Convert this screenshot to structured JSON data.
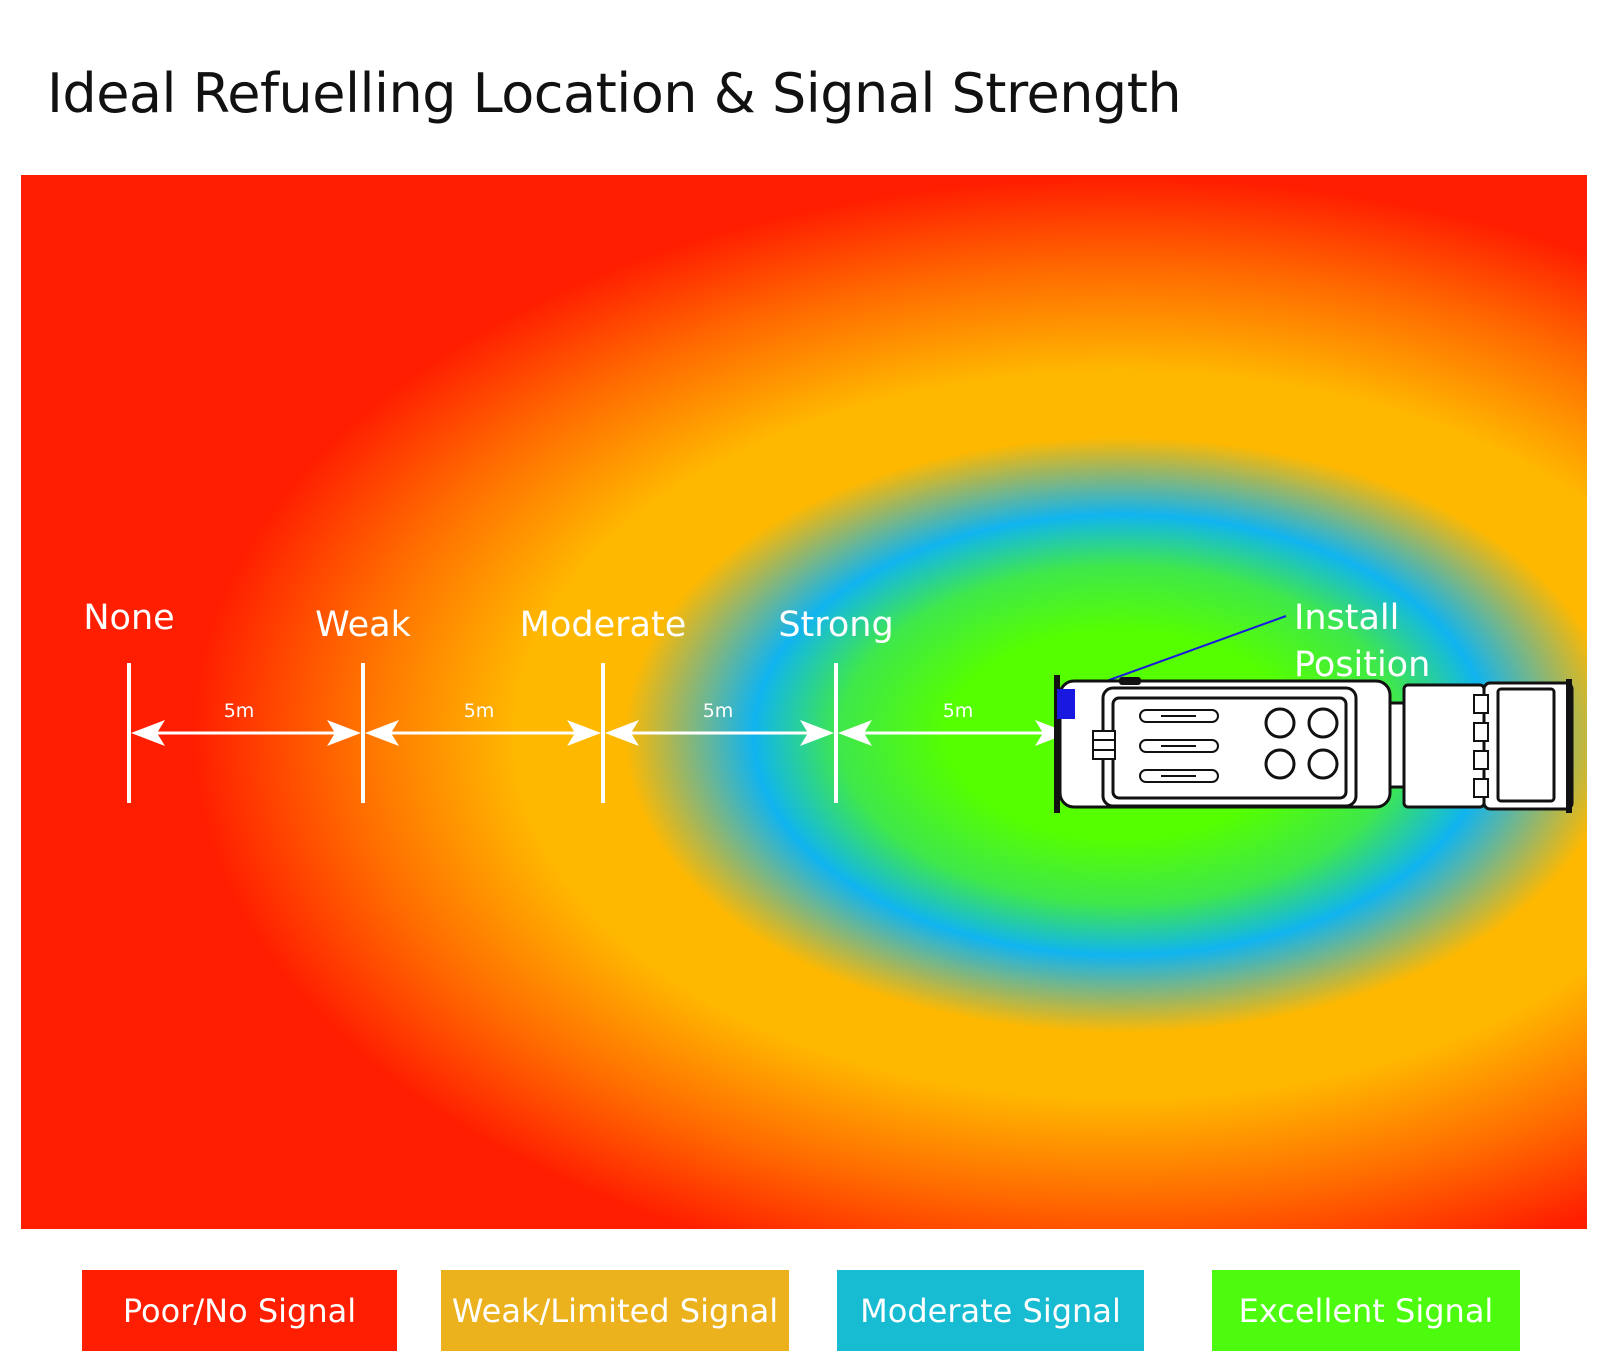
{
  "title": "Ideal Refuelling Location & Signal Strength",
  "zones": {
    "none": "None",
    "weak": "Weak",
    "moderate": "Moderate",
    "strong": "Strong"
  },
  "distances": [
    "5m",
    "5m",
    "5m",
    "5m"
  ],
  "install_label": {
    "line1": "Install",
    "line2": "Position"
  },
  "legend": [
    {
      "label": "Poor/No Signal",
      "color": "#ff1e00"
    },
    {
      "label": "Weak/Limited Signal",
      "color": "#ecb21d"
    },
    {
      "label": "Moderate Signal",
      "color": "#17bcd3"
    },
    {
      "label": "Excellent Signal",
      "color": "#4dfb0f"
    }
  ],
  "colors": {
    "poor": "#ff1e00",
    "weak": "#ffb800",
    "moderate": "#10b4f0",
    "excellent": "#55ff00",
    "marker": "#1818e0"
  }
}
